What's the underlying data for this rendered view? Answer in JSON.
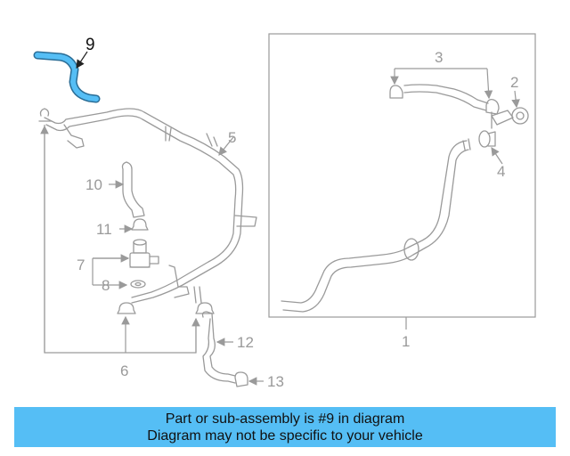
{
  "callouts": {
    "c1": "1",
    "c2": "2",
    "c3": "3",
    "c4": "4",
    "c5": "5",
    "c6": "6",
    "c7": "7",
    "c8": "8",
    "c9": "9",
    "c10": "10",
    "c11": "11",
    "c12": "12",
    "c13": "13"
  },
  "highlight_part": "9",
  "colors": {
    "highlight": "#55bef5",
    "line_art": "#9a9a9a",
    "banner": "#55bef5"
  },
  "banner": {
    "line1": "Part or sub-assembly is #9 in diagram",
    "line2": "Diagram may not be specific to your vehicle"
  }
}
